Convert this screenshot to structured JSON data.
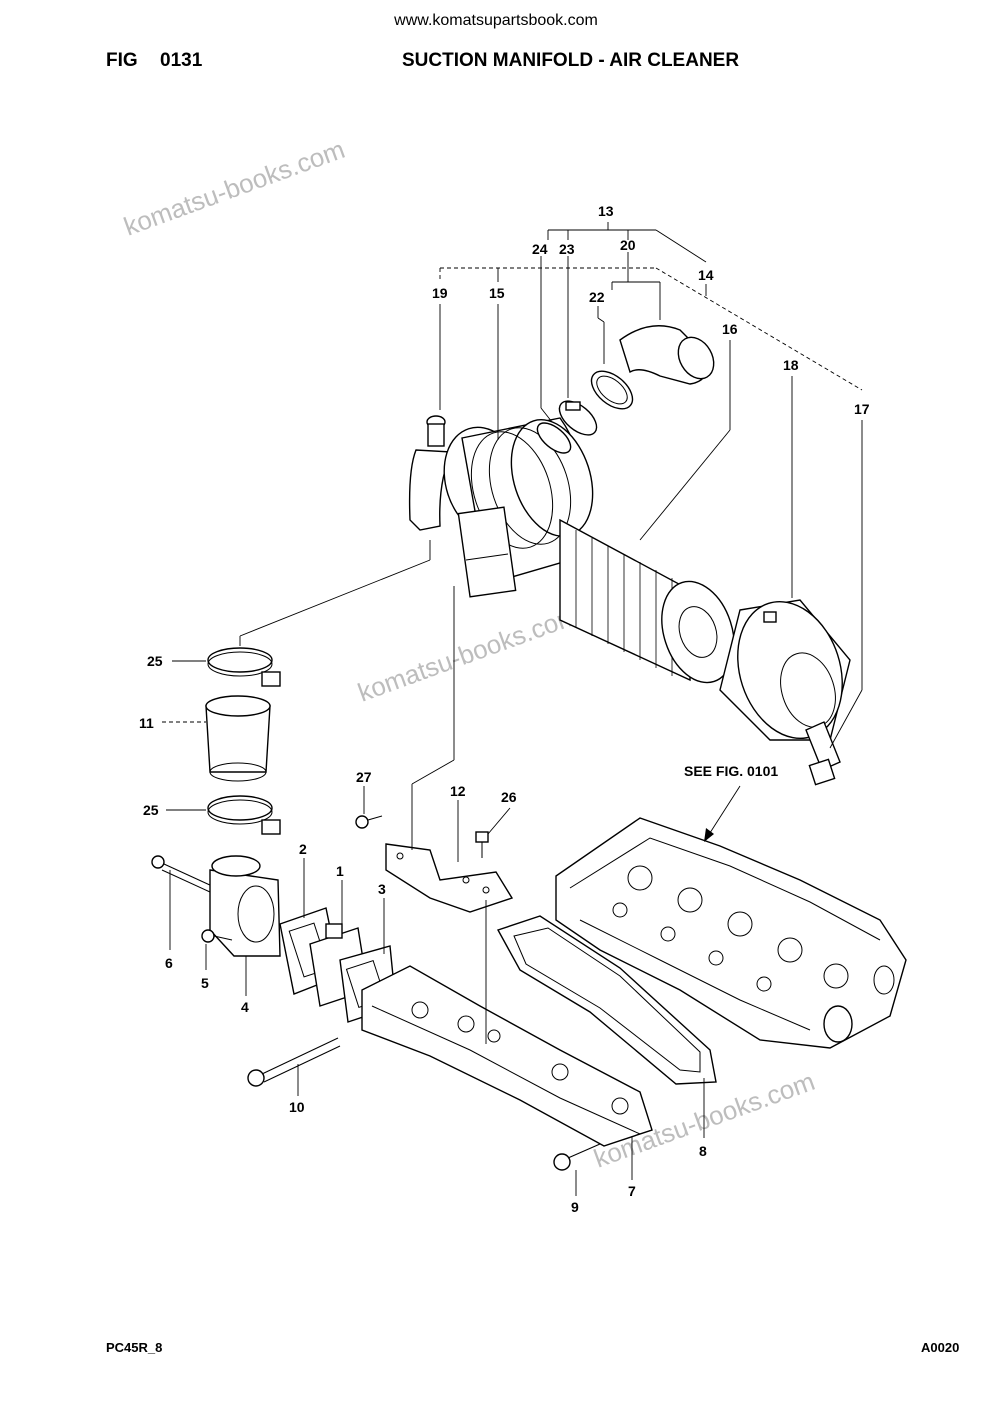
{
  "header": {
    "site_url": "www.komatsupartsbook.com",
    "fig_label": "FIG",
    "fig_number": "0131",
    "title": "SUCTION MANIFOLD - AIR CLEANER"
  },
  "footer": {
    "model": "PC45R_8",
    "code": "A0020"
  },
  "watermarks": [
    "komatsu-books.com",
    "komatsu-books.com",
    "komatsu-books.com"
  ],
  "reference": "SEE FIG. 0101",
  "part_numbers": [
    "1",
    "2",
    "3",
    "4",
    "5",
    "6",
    "7",
    "8",
    "9",
    "10",
    "11",
    "12",
    "13",
    "14",
    "15",
    "16",
    "17",
    "18",
    "19",
    "20",
    "22",
    "23",
    "24",
    "25",
    "25",
    "26",
    "27"
  ]
}
